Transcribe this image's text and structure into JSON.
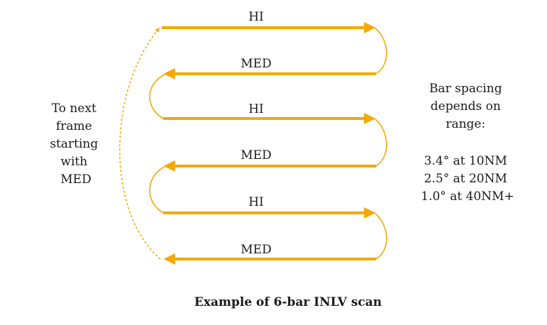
{
  "colors": {
    "bar": "#F5A800",
    "text": "#1a1a1a"
  },
  "bars": [
    {
      "label": "HI",
      "direction": "right"
    },
    {
      "label": "MED",
      "direction": "left"
    },
    {
      "label": "HI",
      "direction": "right"
    },
    {
      "label": "MED",
      "direction": "left"
    },
    {
      "label": "HI",
      "direction": "right"
    },
    {
      "label": "MED",
      "direction": "left"
    }
  ],
  "left_note": [
    "To next",
    "frame",
    "starting",
    "with",
    "MED"
  ],
  "right_note": [
    "Bar spacing",
    "depends on",
    "range:",
    "",
    "3.4° at 10NM",
    "2.5° at 20NM",
    "1.0° at 40NM+"
  ],
  "caption": "Example of 6-bar INLV scan"
}
